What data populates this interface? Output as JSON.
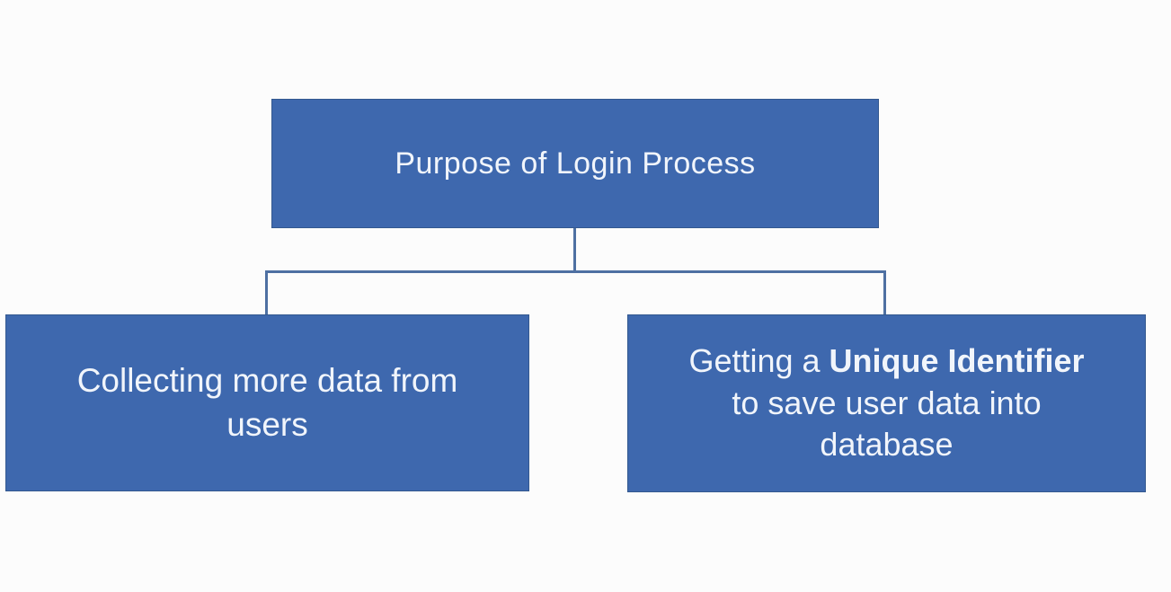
{
  "diagram": {
    "title_node": {
      "label": "Purpose of Login Process"
    },
    "left_node": {
      "lines": [
        "Collecting more data from",
        "users"
      ]
    },
    "right_node": {
      "line1_normal": "Getting a",
      "line1_bold": "Unique Identifier",
      "line2": "to save user data into",
      "line3": "database"
    },
    "colors": {
      "node_fill": "#3E68AE",
      "node_border": "#33588F",
      "connector": "#4E70A2",
      "text": "#F1F5FB",
      "background": "#FCFCFC"
    }
  }
}
